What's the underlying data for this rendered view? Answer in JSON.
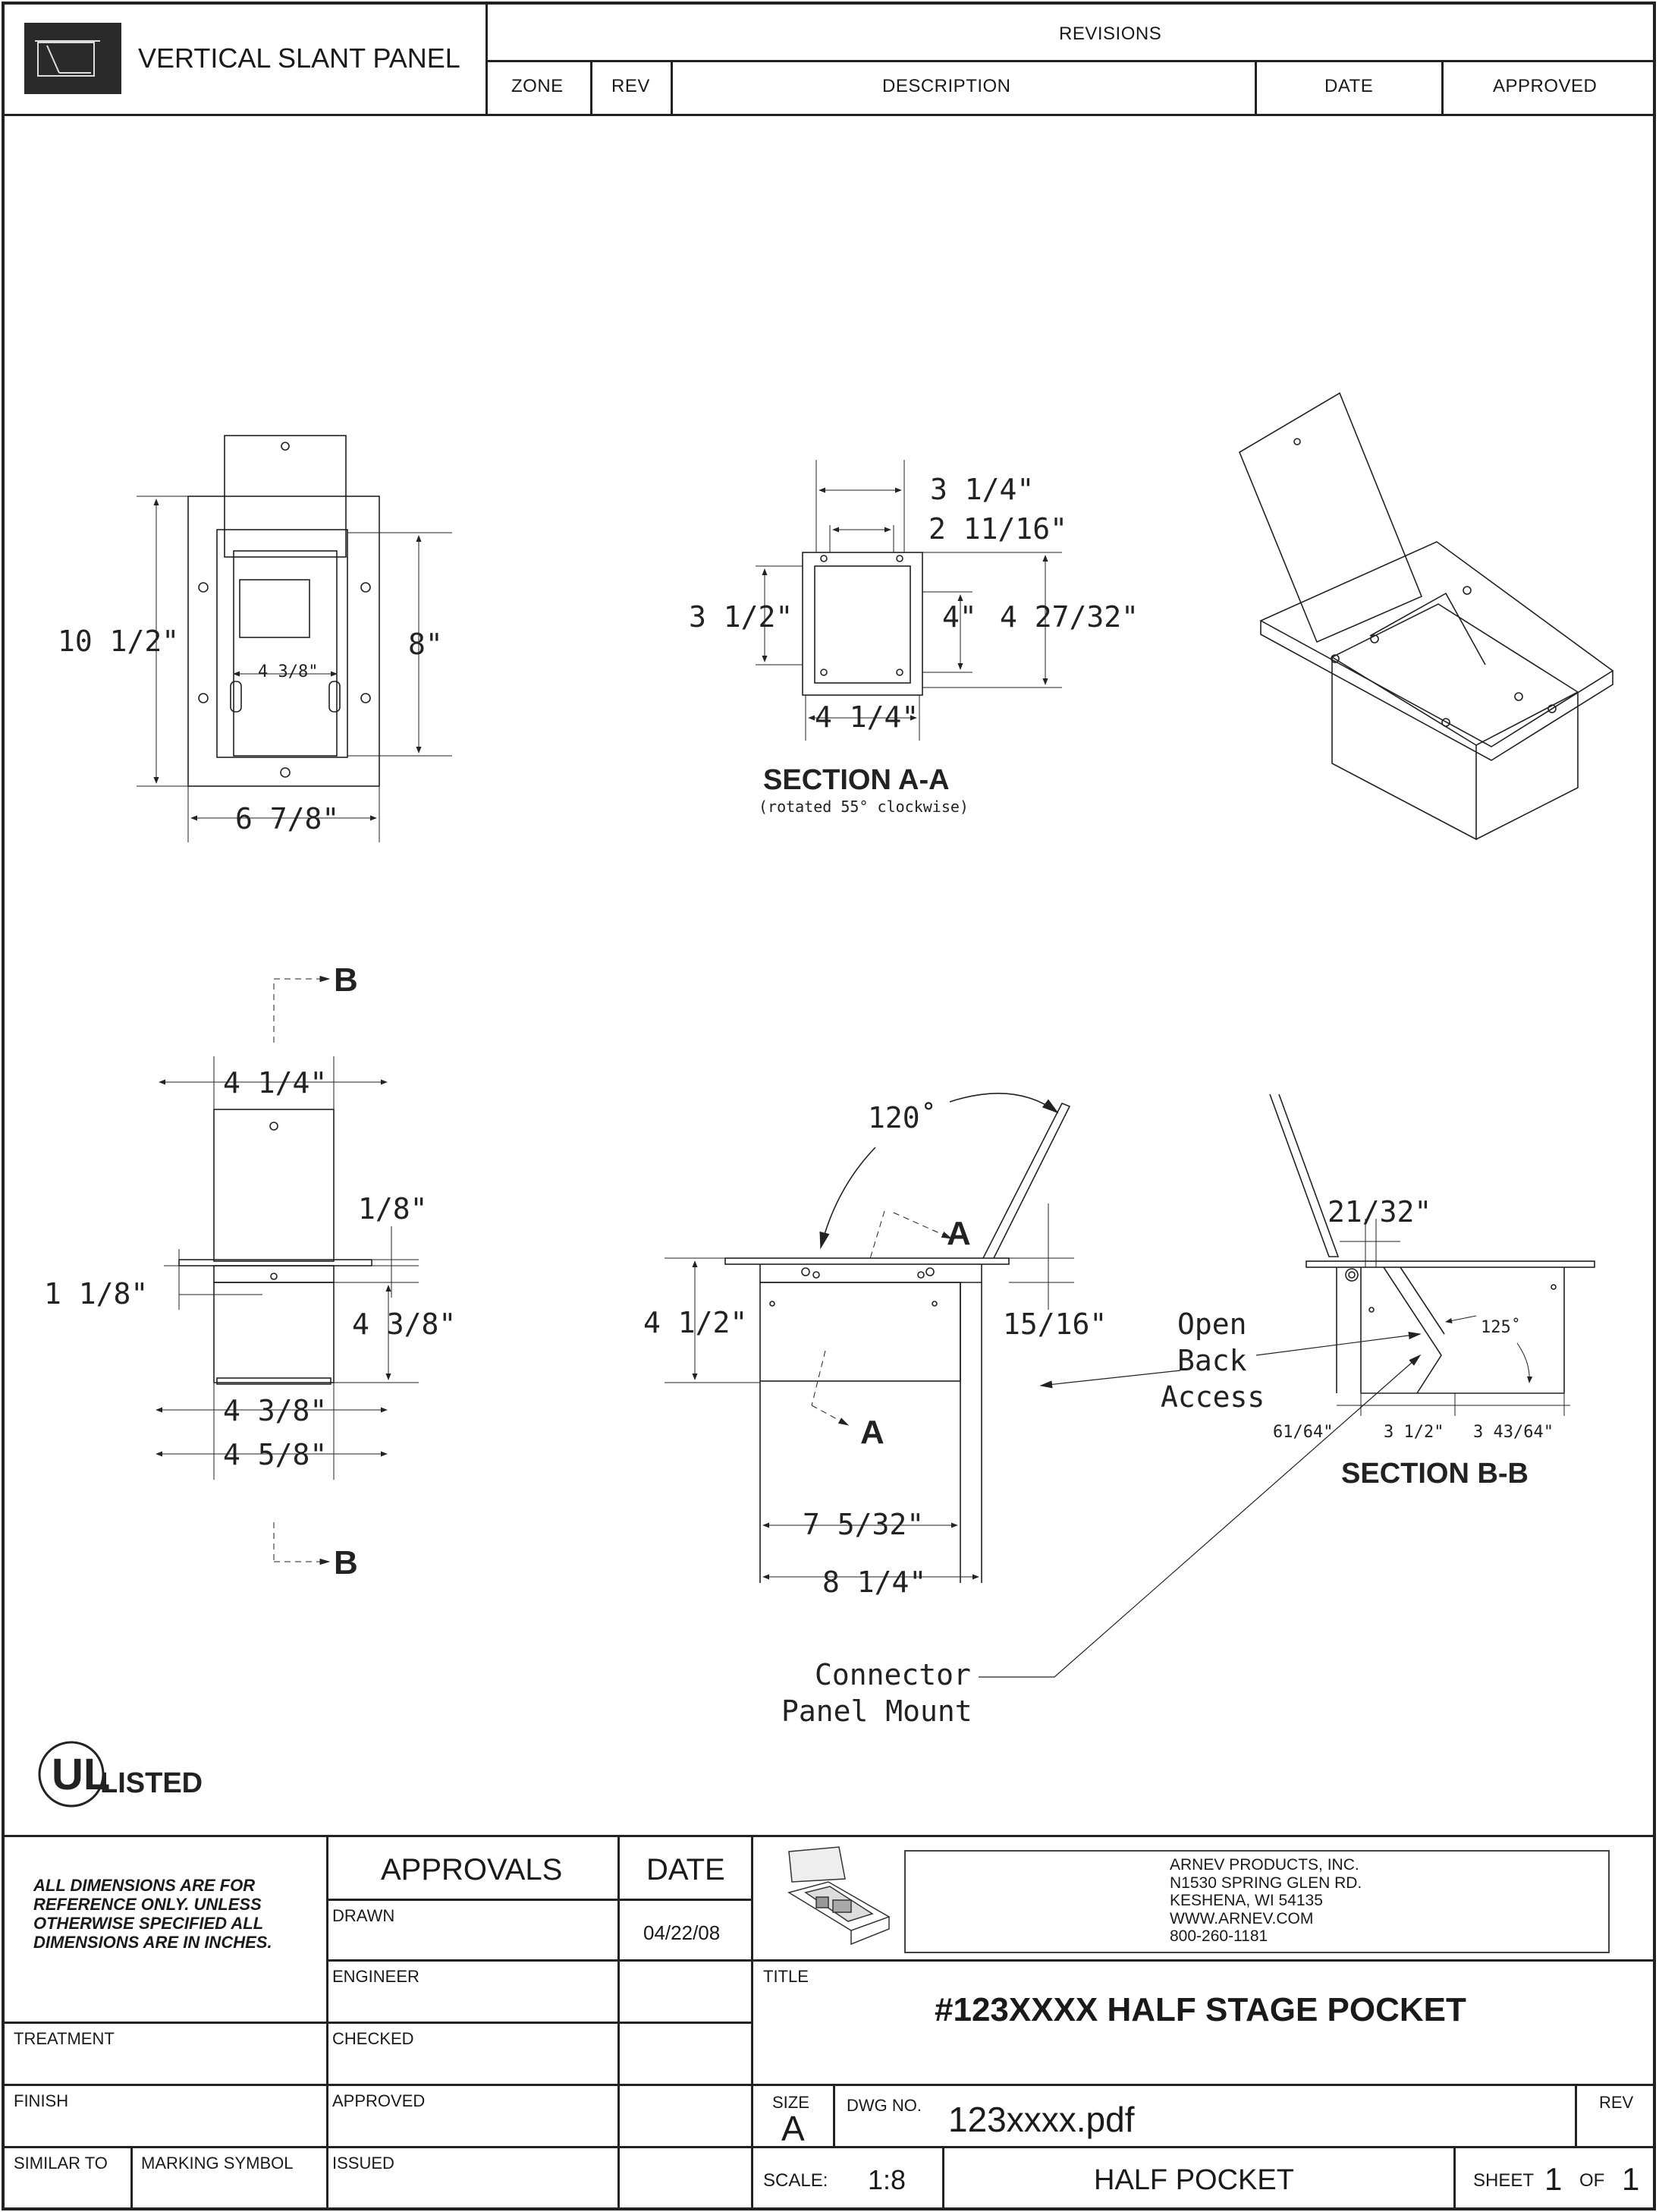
{
  "header": {
    "title": "VERTICAL SLANT PANEL",
    "revisions": "REVISIONS",
    "columns": [
      "ZONE",
      "REV",
      "DESCRIPTION",
      "DATE",
      "APPROVED"
    ]
  },
  "drawing": {
    "top_view": {
      "height": "10 1/2\"",
      "inner_height": "8\"",
      "width": "6 7/8\"",
      "opening": "4 3/8\""
    },
    "section_aa": {
      "title": "SECTION A-A",
      "subtitle": "(rotated 55° clockwise)",
      "dims": {
        "top_outer": "3 1/4\"",
        "top_inner": "2 11/16\"",
        "left": "3 1/2\"",
        "right_inner": "4\"",
        "right_outer": "4 27/32\"",
        "bottom": "4 1/4\""
      }
    },
    "side_view": {
      "top": "4 1/4\"",
      "flange": "1/8\"",
      "left": "1 1/8\"",
      "right": "4 3/8\"",
      "bottom_inner": "4 3/8\"",
      "bottom_outer": "4 5/8\"",
      "section_mark": "B"
    },
    "front_view": {
      "angle": "120˚",
      "height": "4 1/2\"",
      "right": "15/16\"",
      "inner_width": "7 5/32\"",
      "outer_width": "8 1/4\"",
      "section_mark": "A"
    },
    "section_bb": {
      "title": "SECTION B-B",
      "top": "21/32\"",
      "angle": "125˚",
      "dims": [
        "61/64\"",
        "3 1/2\"",
        "3 43/64\""
      ]
    },
    "callouts": {
      "open_back": [
        "Open",
        "Back",
        "Access"
      ],
      "connector": [
        "Connector",
        "Panel Mount"
      ]
    },
    "ul_mark": {
      "letters": "UL",
      "text": "LISTED"
    }
  },
  "title_block": {
    "note": [
      "ALL DIMENSIONS ARE FOR",
      "REFERENCE ONLY. UNLESS",
      "OTHERWISE SPECIFIED ALL",
      "DIMENSIONS ARE IN INCHES."
    ],
    "approvals": "APPROVALS",
    "date_header": "DATE",
    "drawn": "DRAWN",
    "drawn_date": "04/22/08",
    "engineer": "ENGINEER",
    "checked": "CHECKED",
    "approved": "APPROVED",
    "issued": "ISSUED",
    "treatment": "TREATMENT",
    "finish": "FINISH",
    "similar_to": "SIMILAR TO",
    "marking_symbol": "MARKING SYMBOL",
    "company": [
      "ARNEV PRODUCTS, INC.",
      "N1530 SPRING GLEN RD.",
      "KESHENA, WI 54135",
      "WWW.ARNEV.COM",
      "800-260-1181"
    ],
    "title_label": "TITLE",
    "title": "#123XXXX HALF STAGE POCKET",
    "size_label": "SIZE",
    "size": "A",
    "dwg_label": "DWG NO.",
    "dwg_no": "123xxxx.pdf",
    "rev_label": "REV",
    "scale_label": "SCALE:",
    "scale": "1:8",
    "name": "HALF POCKET",
    "sheet_label": "SHEET",
    "sheet": "1",
    "of_label": "OF",
    "of": "1"
  }
}
